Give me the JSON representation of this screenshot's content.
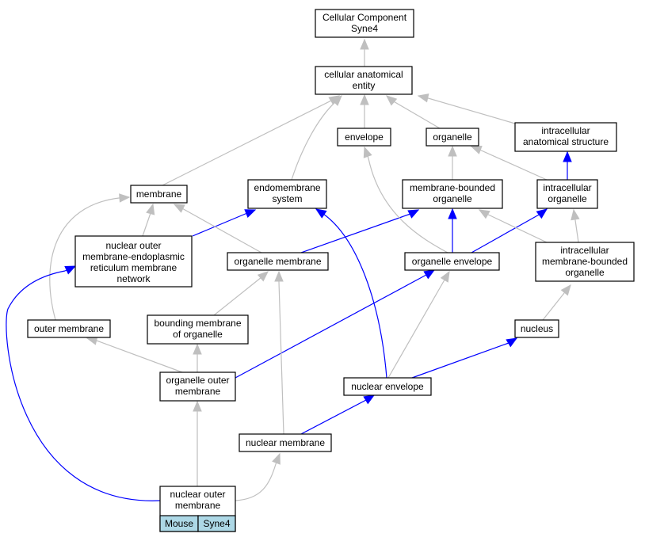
{
  "colors": {
    "is_a_edge": "#bfbfbf",
    "part_of_edge": "#0000ff",
    "annotation_cell": "#add8e6",
    "node_border": "#000000"
  },
  "nodes": {
    "root": [
      "Cellular Component",
      "Syne4"
    ],
    "cae": [
      "cellular anatomical",
      "entity"
    ],
    "envelope": [
      "envelope"
    ],
    "organelle": [
      "organelle"
    ],
    "ias": [
      "intracellular",
      "anatomical structure"
    ],
    "membrane": [
      "membrane"
    ],
    "endomembrane": [
      "endomembrane",
      "system"
    ],
    "mbo": [
      "membrane-bounded",
      "organelle"
    ],
    "io": [
      "intracellular",
      "organelle"
    ],
    "nomer": [
      "nuclear outer",
      "membrane-endoplasmic",
      "reticulum membrane",
      "network"
    ],
    "orgmem": [
      "organelle membrane"
    ],
    "orgenv": [
      "organelle envelope"
    ],
    "imbo": [
      "intracellular",
      "membrane-bounded",
      "organelle"
    ],
    "outermem": [
      "outer membrane"
    ],
    "bmo": [
      "bounding membrane",
      "of organelle"
    ],
    "nucleus": [
      "nucleus"
    ],
    "oom": [
      "organelle outer",
      "membrane"
    ],
    "nucenv": [
      "nuclear envelope"
    ],
    "nucmem": [
      "nuclear membrane"
    ],
    "nom": [
      "nuclear outer",
      "membrane"
    ]
  },
  "annotation": {
    "species": "Mouse",
    "gene": "Syne4"
  }
}
